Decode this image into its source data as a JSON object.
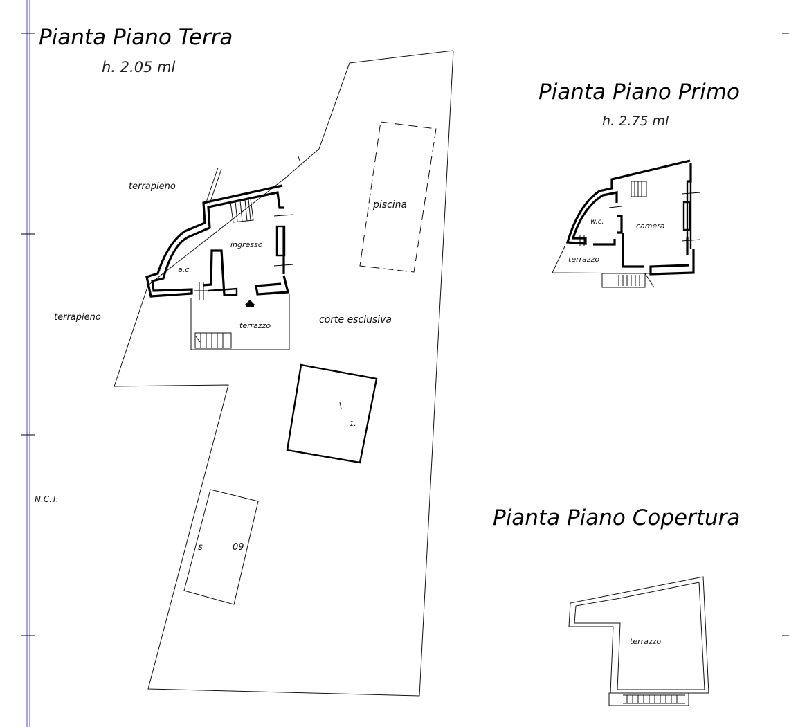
{
  "plans": {
    "ground": {
      "title": "Pianta Piano Terra",
      "height": "h. 2.05 ml"
    },
    "first": {
      "title": "Pianta Piano Primo",
      "height": "h. 2.75 ml"
    },
    "roof": {
      "title": "Pianta Piano Copertura"
    }
  },
  "labels": {
    "terrapieno_top": "terrapieno",
    "terrapieno_left": "terrapieno",
    "ingresso": "ingresso",
    "ac": "a.c.",
    "terrazzo_ground": "terrazzo",
    "corte": "corte esclusiva",
    "piscina": "piscina",
    "nct": "N.C.T.",
    "wc": "w.c.",
    "camera": "camera",
    "terrazzo_first": "terrazzo",
    "terrazzo_roof": "terrazzo",
    "annex_1": "1.",
    "shed_partial": "s",
    "shed_partial2": "09"
  },
  "colors": {
    "frame": "#6a6ad0",
    "walls": "#000000"
  }
}
